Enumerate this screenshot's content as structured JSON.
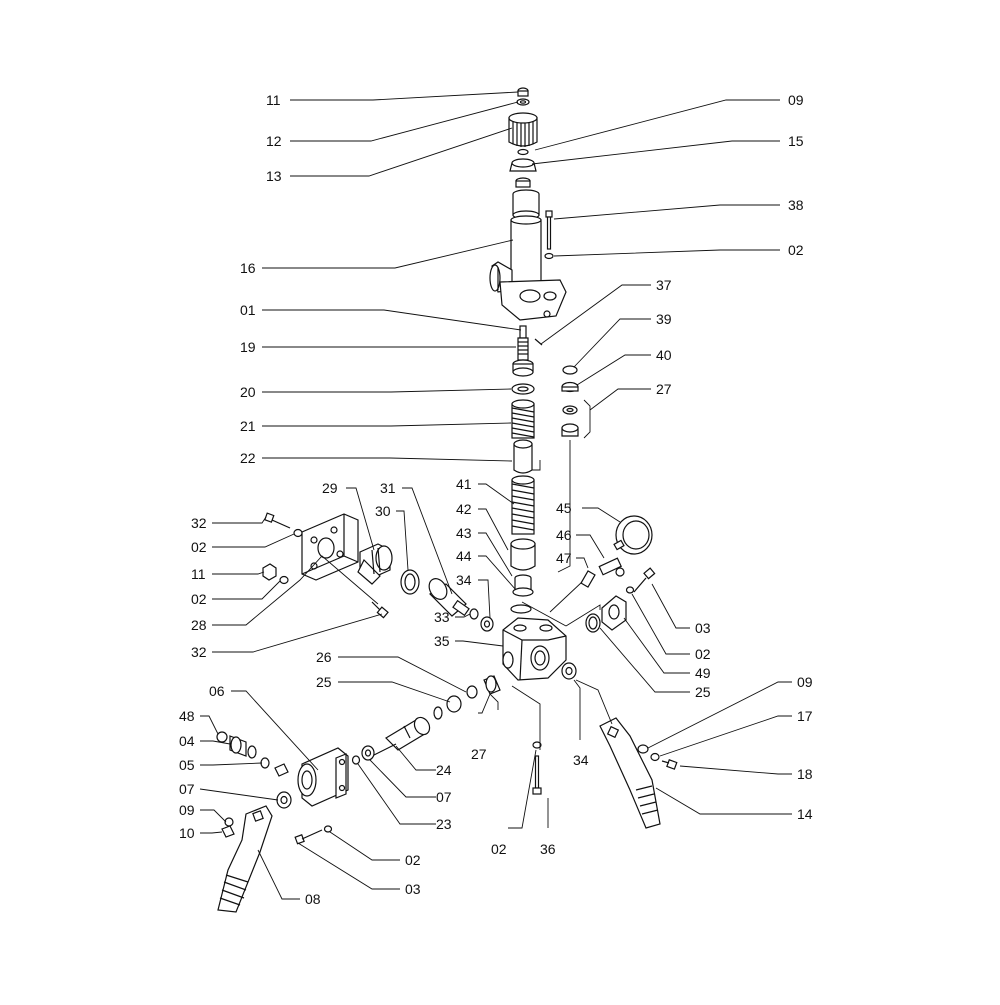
{
  "callouts": [
    {
      "id": "c-11a",
      "label": "11"
    },
    {
      "id": "c-12",
      "label": "12"
    },
    {
      "id": "c-13",
      "label": "13"
    },
    {
      "id": "c-16",
      "label": "16"
    },
    {
      "id": "c-01",
      "label": "01"
    },
    {
      "id": "c-19",
      "label": "19"
    },
    {
      "id": "c-20",
      "label": "20"
    },
    {
      "id": "c-21",
      "label": "21"
    },
    {
      "id": "c-22",
      "label": "22"
    },
    {
      "id": "c-09a",
      "label": "09"
    },
    {
      "id": "c-15",
      "label": "15"
    },
    {
      "id": "c-38",
      "label": "38"
    },
    {
      "id": "c-02a",
      "label": "02"
    },
    {
      "id": "c-37",
      "label": "37"
    },
    {
      "id": "c-39",
      "label": "39"
    },
    {
      "id": "c-40",
      "label": "40"
    },
    {
      "id": "c-27a",
      "label": "27"
    },
    {
      "id": "c-29",
      "label": "29"
    },
    {
      "id": "c-31",
      "label": "31"
    },
    {
      "id": "c-30",
      "label": "30"
    },
    {
      "id": "c-41",
      "label": "41"
    },
    {
      "id": "c-42",
      "label": "42"
    },
    {
      "id": "c-43",
      "label": "43"
    },
    {
      "id": "c-44",
      "label": "44"
    },
    {
      "id": "c-34a",
      "label": "34"
    },
    {
      "id": "c-33",
      "label": "33"
    },
    {
      "id": "c-35",
      "label": "35"
    },
    {
      "id": "c-45",
      "label": "45"
    },
    {
      "id": "c-46",
      "label": "46"
    },
    {
      "id": "c-47",
      "label": "47"
    },
    {
      "id": "c-32a",
      "label": "32"
    },
    {
      "id": "c-02b",
      "label": "02"
    },
    {
      "id": "c-11b",
      "label": "11"
    },
    {
      "id": "c-02c",
      "label": "02"
    },
    {
      "id": "c-28",
      "label": "28"
    },
    {
      "id": "c-32b",
      "label": "32"
    },
    {
      "id": "c-03a",
      "label": "03"
    },
    {
      "id": "c-02d",
      "label": "02"
    },
    {
      "id": "c-49",
      "label": "49"
    },
    {
      "id": "c-25a",
      "label": "25"
    },
    {
      "id": "c-26",
      "label": "26"
    },
    {
      "id": "c-25b",
      "label": "25"
    },
    {
      "id": "c-27b",
      "label": "27"
    },
    {
      "id": "c-34b",
      "label": "34"
    },
    {
      "id": "c-06",
      "label": "06"
    },
    {
      "id": "c-48",
      "label": "48"
    },
    {
      "id": "c-04",
      "label": "04"
    },
    {
      "id": "c-05",
      "label": "05"
    },
    {
      "id": "c-07a",
      "label": "07"
    },
    {
      "id": "c-09b",
      "label": "09"
    },
    {
      "id": "c-10",
      "label": "10"
    },
    {
      "id": "c-24",
      "label": "24"
    },
    {
      "id": "c-07b",
      "label": "07"
    },
    {
      "id": "c-23",
      "label": "23"
    },
    {
      "id": "c-02e",
      "label": "02"
    },
    {
      "id": "c-03b",
      "label": "03"
    },
    {
      "id": "c-08",
      "label": "08"
    },
    {
      "id": "c-02f",
      "label": "02"
    },
    {
      "id": "c-36",
      "label": "36"
    },
    {
      "id": "c-09c",
      "label": "09"
    },
    {
      "id": "c-17",
      "label": "17"
    },
    {
      "id": "c-18",
      "label": "18"
    },
    {
      "id": "c-14",
      "label": "14"
    }
  ]
}
